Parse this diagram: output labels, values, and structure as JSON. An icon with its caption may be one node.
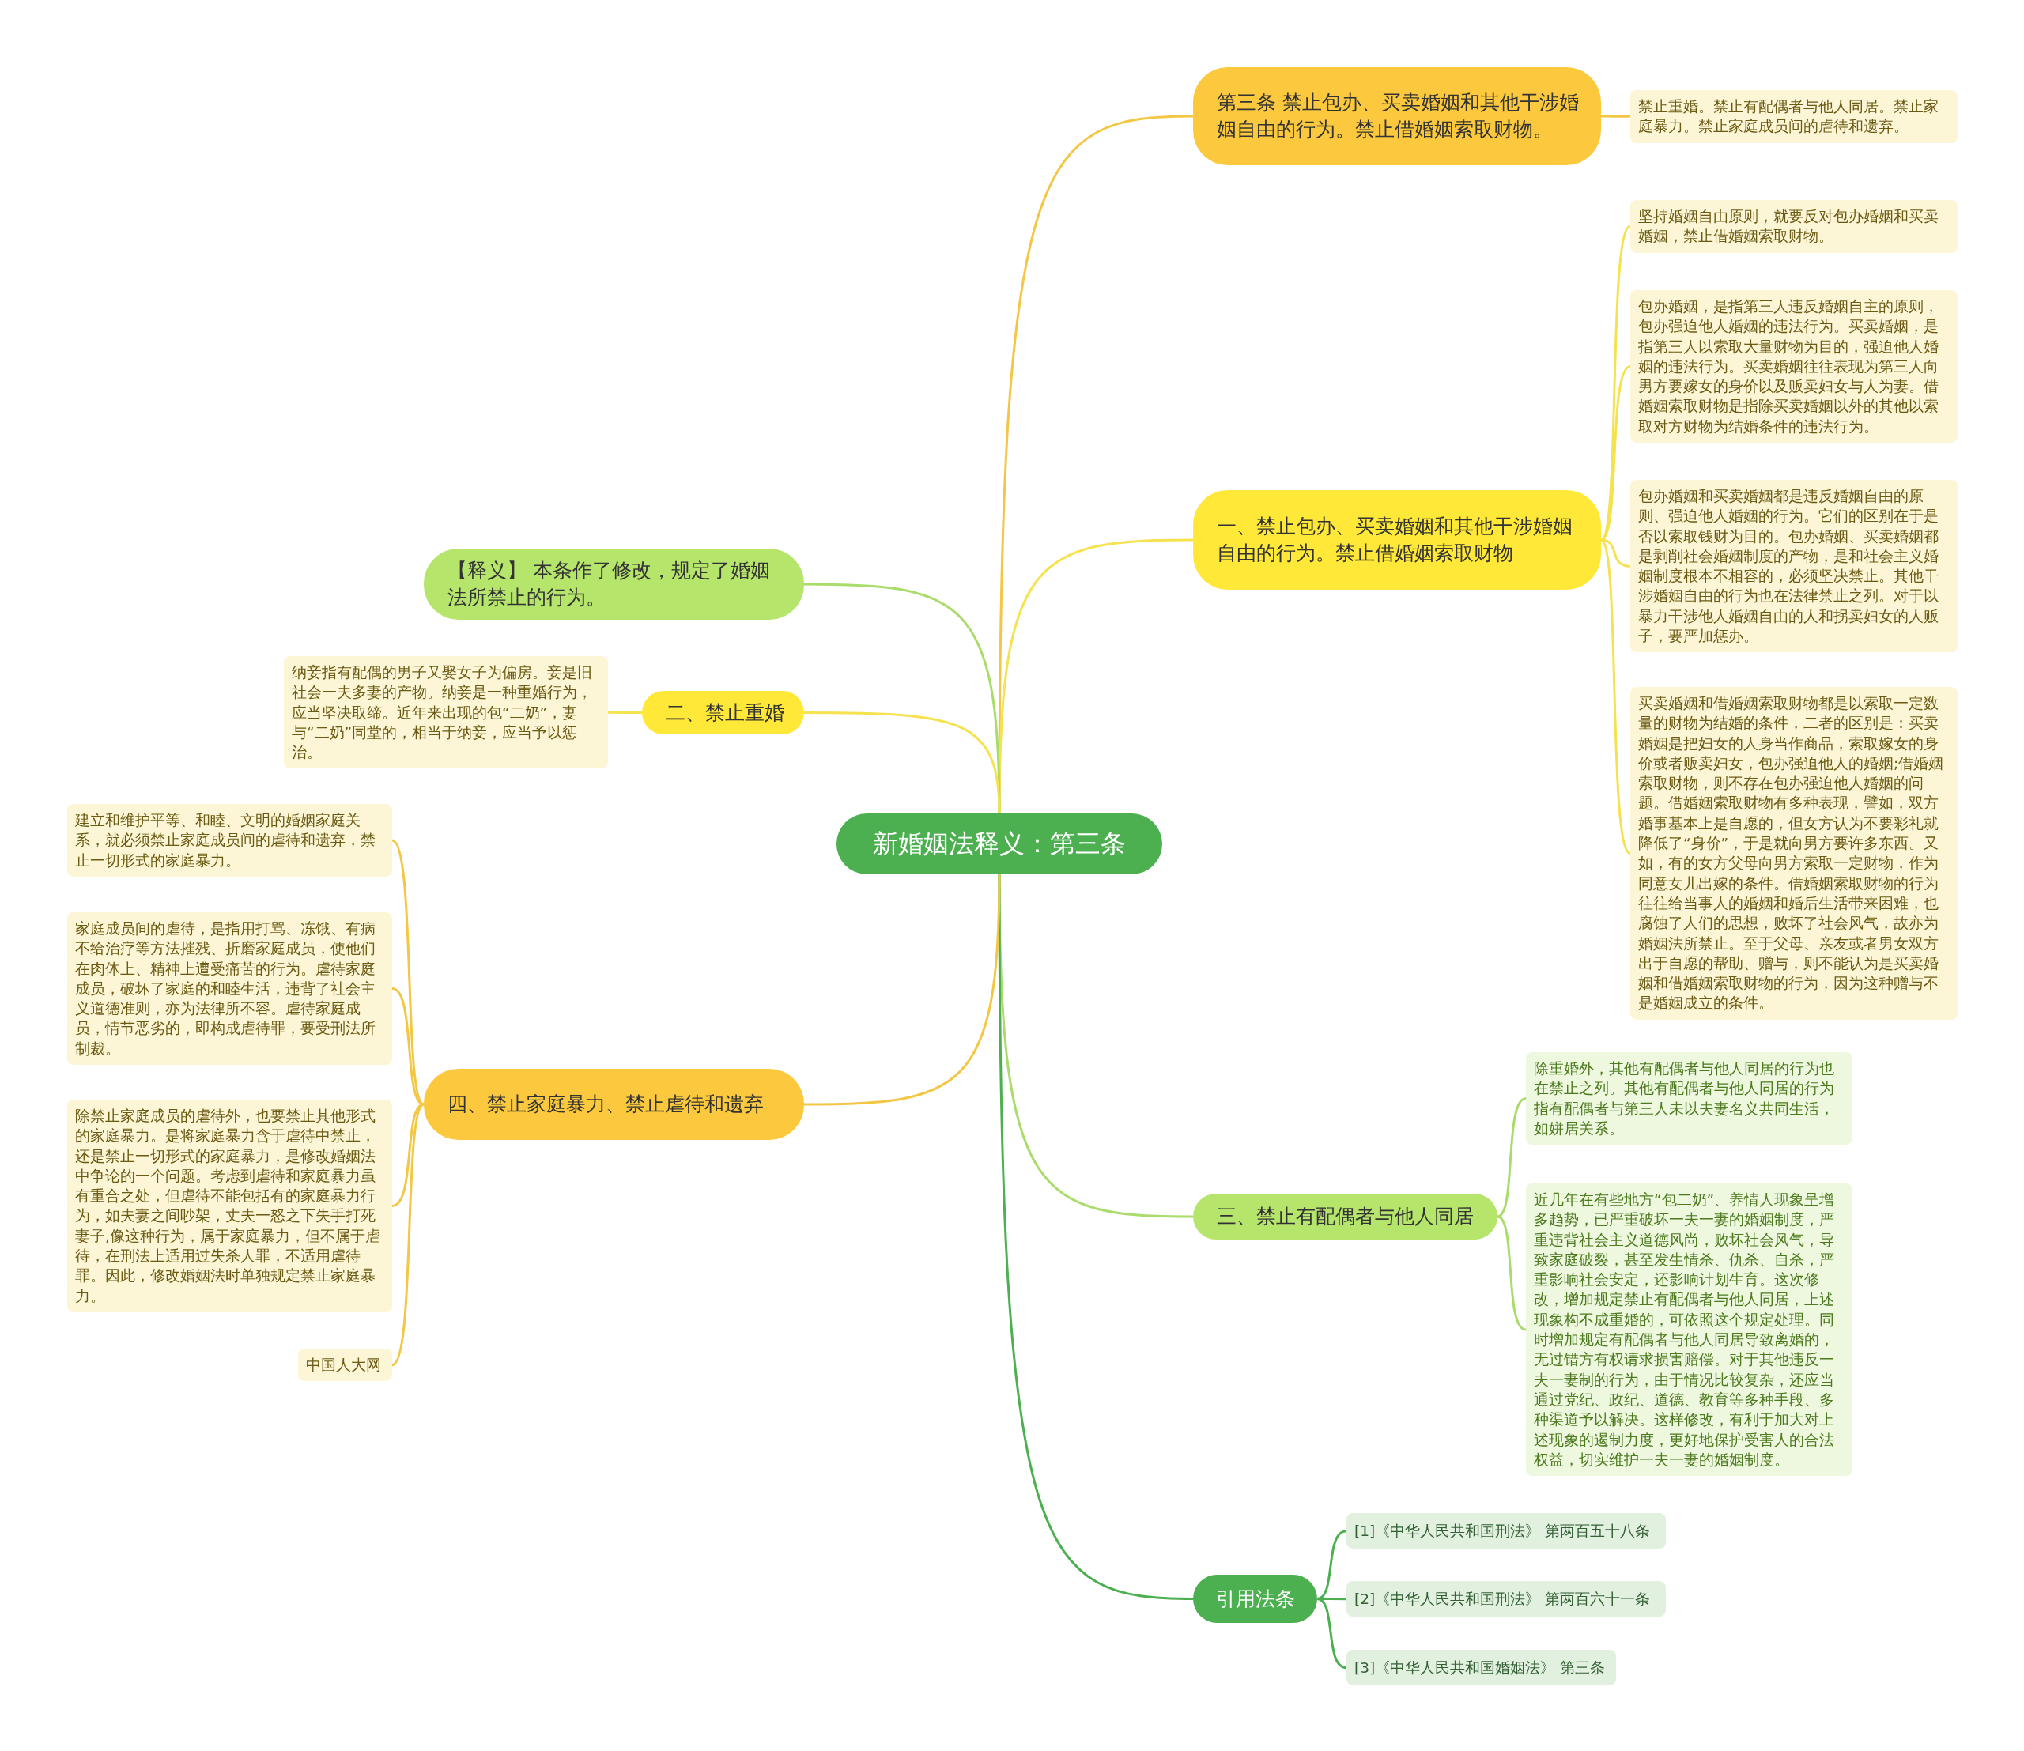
{
  "diagram": {
    "nodes": [
      {
        "text": [
          "新婚姻法释义：第三条"
        ]
      },
      {
        "text": [
          "第三条 禁止包办、买卖婚姻和其他干涉婚姻自由的行为。禁止借婚姻索取财物。"
        ]
      },
      {
        "text": [
          "禁止重婚。禁止有配偶者与他人同居。禁止家庭暴力。禁止家庭成员间的虐待和遗弃。"
        ]
      },
      {
        "text": [
          "一、禁止包办、买卖婚姻和其他干涉婚姻自由的行为。禁止借婚姻索取财物"
        ]
      },
      {
        "text": [
          "坚持婚姻自由原则，就要反对包办婚姻和买卖婚姻，禁止借婚姻索取财物。"
        ]
      },
      {
        "text": [
          "包办婚姻，是指第三人违反婚姻自主的原则，包办强迫他人婚姻的违法行为。买卖婚姻，是指第三人以索取大量财物为目的，强迫他人婚姻的违法行为。买卖婚姻往往表现为第三人向男方要嫁女的身价以及贩卖妇女与人为妻。借婚姻索取财物是指除买卖婚姻以外的其他以索取对方财物为结婚条件的违法行为。"
        ]
      },
      {
        "text": [
          "包办婚姻和买卖婚姻都是违反婚姻自由的原则、强迫他人婚姻的行为。它们的区别在于是否以索取钱财为目的。包办婚姻、买卖婚姻都是剥削社会婚姻制度的产物，是和社会主义婚姻制度根本不相容的，必须坚决禁止。其他干涉婚姻自由的行为也在法律禁止之列。对于以暴力干涉他人婚姻自由的人和拐卖妇女的人贩子，要严加惩办。"
        ]
      },
      {
        "text": [
          "买卖婚姻和借婚姻索取财物都是以索取一定数量的财物为结婚的条件，二者的区别是：买卖婚姻是把妇女的人身当作商品，索取嫁女的身价或者贩卖妇女，包办强迫他人的婚姻;借婚姻索取财物，则不存在包办强迫他人婚姻的问题。借婚姻索取财物有多种表现，譬如，双方婚事基本上是自愿的，但女方认为不要彩礼就降低了“身价”，于是就向男方要许多东西。又如，有的女方父母向男方索取一定财物，作为同意女儿出嫁的条件。借婚姻索取财物的行为往往给当事人的婚姻和婚后生活带来困难，也腐蚀了人们的思想，败坏了社会风气，故亦为婚姻法所禁止。至于父母、亲友或者男女双方出于自愿的帮助、赠与，则不能认为是买卖婚姻和借婚姻索取财物的行为，因为这种赠与不是婚姻成立的条件。"
        ]
      },
      {
        "text": [
          "三、禁止有配偶者与他人同居"
        ]
      },
      {
        "text": [
          "除重婚外，其他有配偶者与他人同居的行为也在禁止之列。其他有配偶者与他人同居的行为指有配偶者与第三人未以夫妻名义共同生活，如姘居关系。"
        ]
      },
      {
        "text": [
          "近几年在有些地方“包二奶”、养情人现象呈增多趋势，已严重破坏一夫一妻的婚姻制度，严重违背社会主义道德风尚，败坏社会风气，导致家庭破裂，甚至发生情杀、仇杀、自杀，严重影响社会安定，还影响计划生育。这次修改，增加规定禁止有配偶者与他人同居，上述现象构不成重婚的，可依照这个规定处理。同时增加规定有配偶者与他人同居导致离婚的，无过错方有权请求损害赔偿。对于其他违反一夫一妻制的行为，由于情况比较复杂，还应当通过党纪、政纪、道德、教育等多种手段、多种渠道予以解决。这样修改，有利于加大对上述现象的遏制力度，更好地保护受害人的合法权益，切实维护一夫一妻的婚姻制度。"
        ]
      },
      {
        "text": [
          "引用法条"
        ]
      },
      {
        "text": [
          "[1]《中华人民共和国刑法》 第两百五十八条"
        ]
      },
      {
        "text": [
          "[2]《中华人民共和国刑法》 第两百六十一条"
        ]
      },
      {
        "text": [
          "[3]《中华人民共和国婚姻法》 第三条"
        ]
      },
      {
        "text": [
          "【释义】 本条作了修改，规定了婚姻法所禁止的行为。"
        ]
      },
      {
        "text": [
          "二、禁止重婚"
        ]
      },
      {
        "text": [
          "纳妾指有配偶的男子又娶女子为偏房。妾是旧社会一夫多妻的产物。纳妾是一种重婚行为，应当坚决取缔。近年来出现的包“二奶”，妻与“二奶”同堂的，相当于纳妾，应当予以惩治。"
        ]
      },
      {
        "text": [
          "四、禁止家庭暴力、禁止虐待和遗弃"
        ]
      },
      {
        "text": [
          "建立和维护平等、和睦、文明的婚姻家庭关系，就必须禁止家庭成员间的虐待和遗弃，禁止一切形式的家庭暴力。"
        ]
      },
      {
        "text": [
          "家庭成员间的虐待，是指用打骂、冻饿、有病不给治疗等方法摧残、折磨家庭成员，使他们在肉体上、精神上遭受痛苦的行为。虐待家庭成员，破坏了家庭的和睦生活，违背了社会主义道德准则，亦为法律所不容。虐待家庭成员，情节恶劣的，即构成虐待罪，要受刑法所制裁。"
        ]
      },
      {
        "text": [
          "除禁止家庭成员的虐待外，也要禁止其他形式的家庭暴力。是将家庭暴力含于虐待中禁止，还是禁止一切形式的家庭暴力，是修改婚姻法中争论的一个问题。考虑到虐待和家庭暴力虽有重合之处，但虐待不能包括有的家庭暴力行为，如夫妻之间吵架，丈夫一怒之下失手打死妻子,像这种行为，属于家庭暴力，但不属于虐待，在刑法上适用过失杀人罪，不适用虐待罪。因此，修改婚姻法时单独规定禁止家庭暴力。"
        ]
      },
      {
        "text": [
          "中国人大网"
        ]
      }
    ],
    "edges": [
      {
        "from": 0,
        "to": 1,
        "arrow": "none",
        "color": "#f3c744"
      },
      {
        "from": 1,
        "to": 2,
        "arrow": "none",
        "color": "#f3c744"
      },
      {
        "from": 0,
        "to": 3,
        "arrow": "none",
        "color": "#f5e24e"
      },
      {
        "from": 3,
        "to": 4,
        "arrow": "none",
        "color": "#f5e24e"
      },
      {
        "from": 3,
        "to": 5,
        "arrow": "none",
        "color": "#f5e24e"
      },
      {
        "from": 3,
        "to": 6,
        "arrow": "none",
        "color": "#f5e24e"
      },
      {
        "from": 3,
        "to": 7,
        "arrow": "none",
        "color": "#f5e24e"
      },
      {
        "from": 0,
        "to": 8,
        "arrow": "none",
        "color": "#a9dc6a"
      },
      {
        "from": 8,
        "to": 9,
        "arrow": "none",
        "color": "#a9dc6a"
      },
      {
        "from": 8,
        "to": 10,
        "arrow": "none",
        "color": "#a9dc6a"
      },
      {
        "from": 0,
        "to": 11,
        "arrow": "none",
        "color": "#4caf50"
      },
      {
        "from": 11,
        "to": 12,
        "arrow": "none",
        "color": "#4caf50"
      },
      {
        "from": 11,
        "to": 13,
        "arrow": "none",
        "color": "#4caf50"
      },
      {
        "from": 11,
        "to": 14,
        "arrow": "none",
        "color": "#4caf50"
      },
      {
        "from": 0,
        "to": 15,
        "arrow": "none",
        "color": "#a9dc6a"
      },
      {
        "from": 0,
        "to": 16,
        "arrow": "none",
        "color": "#f5e24e"
      },
      {
        "from": 16,
        "to": 17,
        "arrow": "none",
        "color": "#f5e24e"
      },
      {
        "from": 0,
        "to": 18,
        "arrow": "none",
        "color": "#f3c744"
      },
      {
        "from": 18,
        "to": 19,
        "arrow": "none",
        "color": "#f3c744"
      },
      {
        "from": 18,
        "to": 20,
        "arrow": "none",
        "color": "#f3c744"
      },
      {
        "from": 18,
        "to": 21,
        "arrow": "none",
        "color": "#f3c744"
      },
      {
        "from": 18,
        "to": 22,
        "arrow": "none",
        "color": "#f3c744"
      }
    ]
  }
}
